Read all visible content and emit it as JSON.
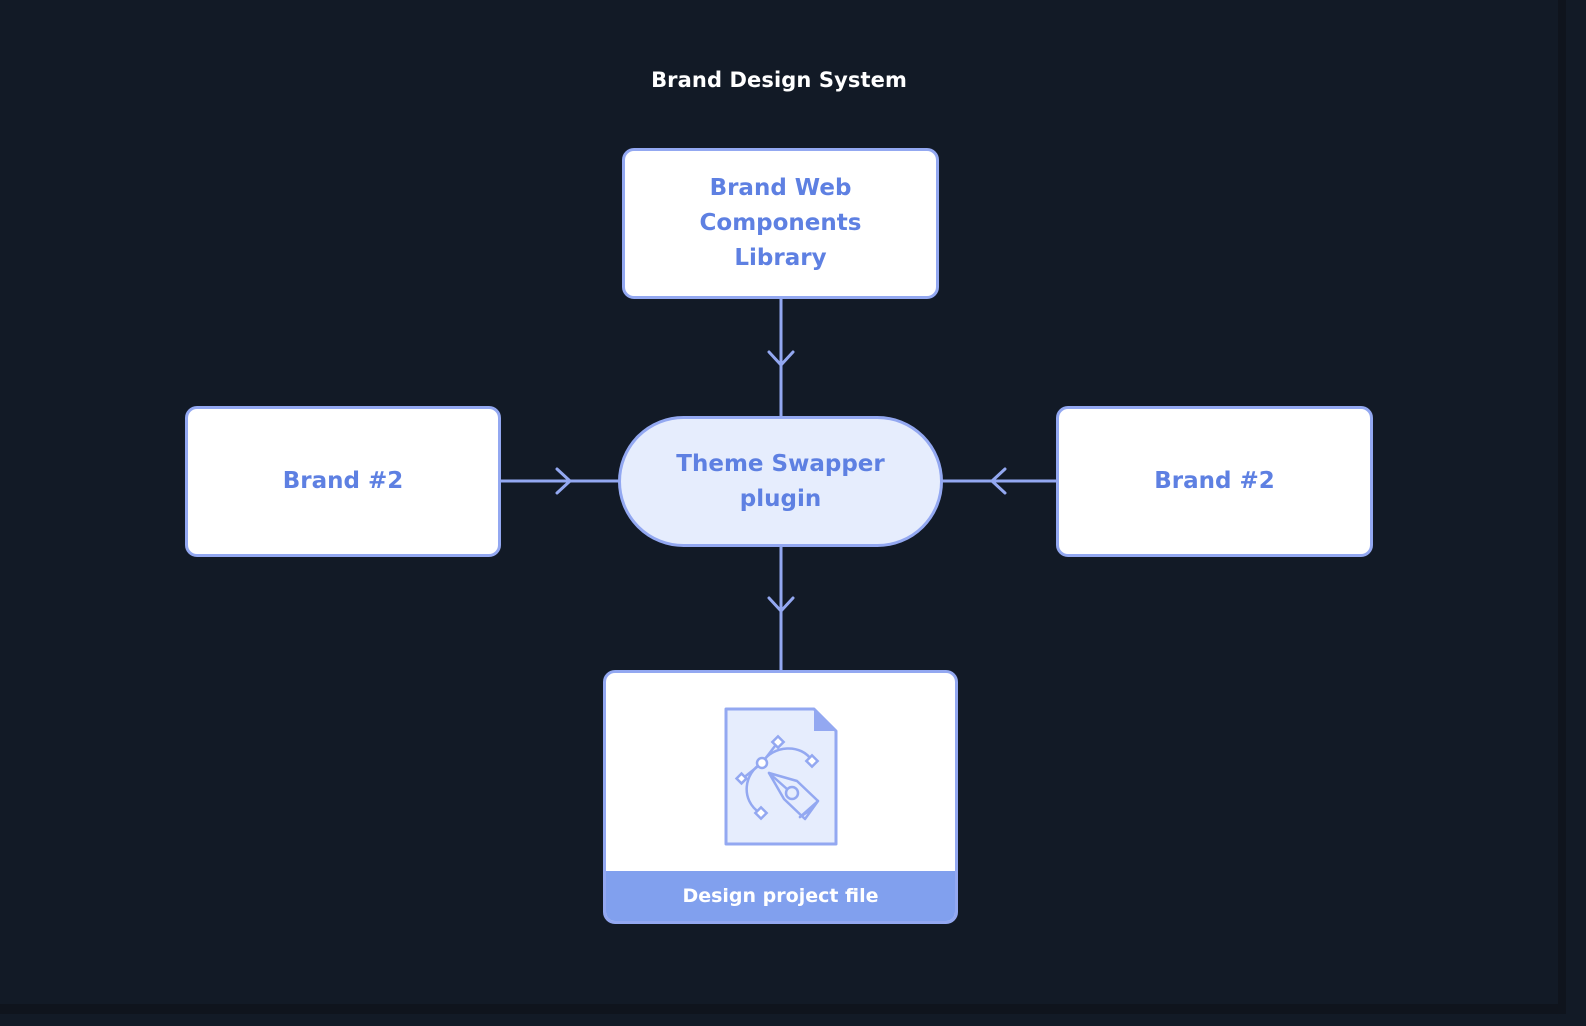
{
  "title": "Brand Design System",
  "nodes": {
    "top": "Brand Web Components Library",
    "left": "Brand #2",
    "right": "Brand #2",
    "center": "Theme Swapper plugin",
    "bottom": "Design project file"
  },
  "icons": {
    "file": "vector-design-file-icon"
  },
  "colors": {
    "background": "#121a26",
    "accent": "#5e80e2",
    "border": "#93a8f1",
    "pill_fill": "#e6edfd",
    "footer_fill": "#81a0ee"
  }
}
